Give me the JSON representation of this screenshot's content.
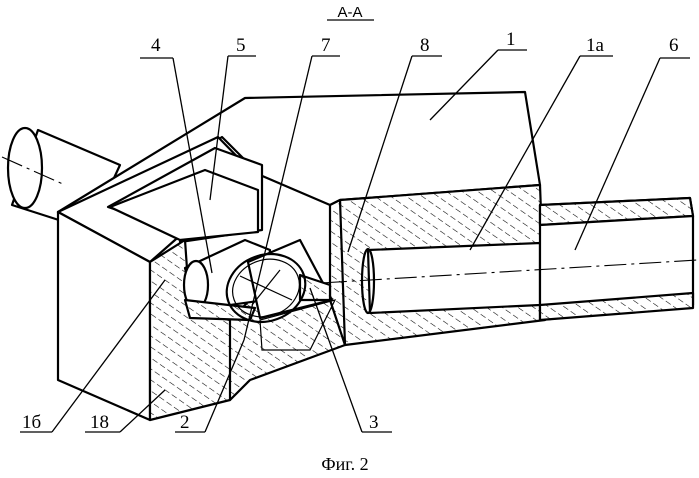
{
  "section_label": "А-А",
  "caption": "Фиг. 2",
  "labels": {
    "l4": "4",
    "l5": "5",
    "l7": "7",
    "l8": "8",
    "l1": "1",
    "l1a": "1а",
    "l6": "6",
    "l16": "1б",
    "l18": "18",
    "l2": "2",
    "l3": "3"
  }
}
